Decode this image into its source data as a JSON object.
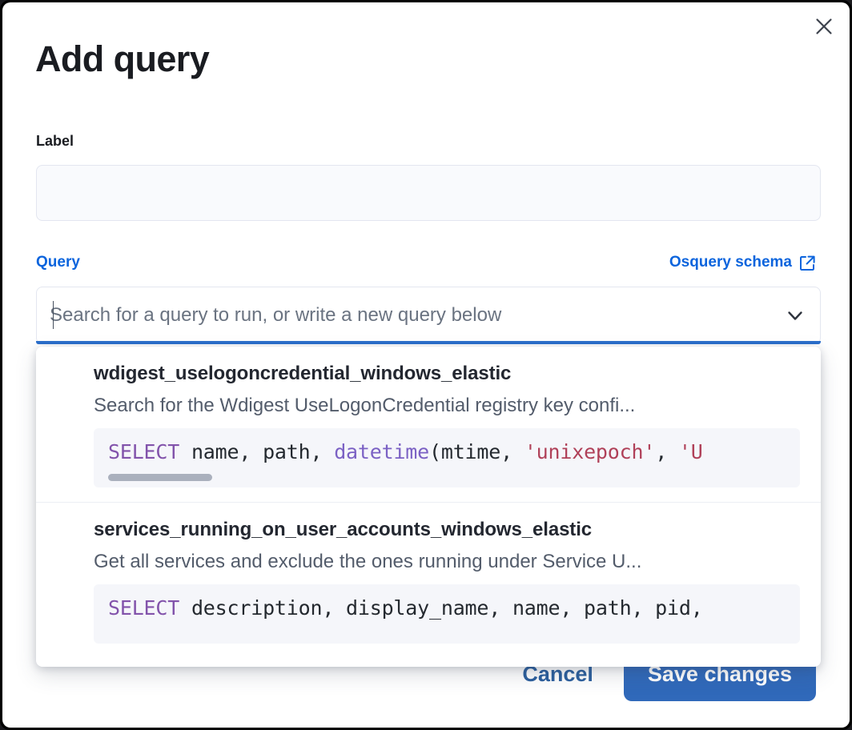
{
  "dialog": {
    "title": "Add query",
    "close_icon": "close-icon"
  },
  "label_field": {
    "caption": "Label",
    "value": "",
    "placeholder": ""
  },
  "query_field": {
    "caption": "Query",
    "schema_link_label": "Osquery schema",
    "schema_link_icon": "external-link-icon",
    "combo_placeholder": "Search for a query to run, or write a new query below",
    "combo_value": "",
    "chevron_icon": "chevron-down-icon"
  },
  "dropdown": {
    "options": [
      {
        "title": "wdigest_uselogoncredential_windows_elastic",
        "description": "Search for the Wdigest UseLogonCredential registry key confi...",
        "code_tokens": [
          {
            "t": "SELECT",
            "c": "kw"
          },
          {
            "t": " name, path, ",
            "c": "plain"
          },
          {
            "t": "datetime",
            "c": "fn"
          },
          {
            "t": "(mtime, ",
            "c": "plain"
          },
          {
            "t": "'unixepoch'",
            "c": "str"
          },
          {
            "t": ", ",
            "c": "plain"
          },
          {
            "t": "'U",
            "c": "str"
          }
        ],
        "scrollbar_thumb_width": 130
      },
      {
        "title": "services_running_on_user_accounts_windows_elastic",
        "description": "Get all services and exclude the ones running under Service U...",
        "code_tokens": [
          {
            "t": "SELECT",
            "c": "kw"
          },
          {
            "t": " description, display_name, name, path, pid,",
            "c": "plain"
          }
        ],
        "scrollbar_thumb_width": 0
      }
    ]
  },
  "footer": {
    "cancel_label": "Cancel",
    "save_label": "Save changes"
  },
  "colors": {
    "accent_blue": "#0b64dd",
    "primary_button": "#3069ba",
    "focus_underline": "#2b6fcc",
    "sql_keyword": "#8253ab",
    "sql_function": "#7b61c4",
    "sql_string": "#b04159",
    "title_text": "#1a1c21"
  }
}
